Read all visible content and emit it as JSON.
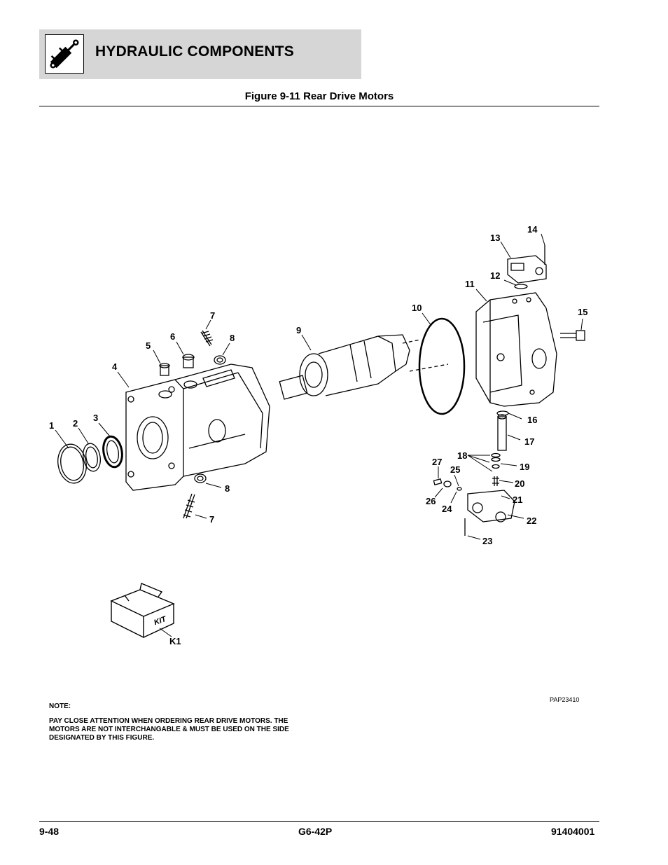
{
  "header": {
    "section_title": "HYDRAULIC COMPONENTS",
    "icon": "hydraulic-cylinder-icon"
  },
  "figure": {
    "title": "Figure 9-11 Rear Drive Motors",
    "code": "PAP23410"
  },
  "callouts": {
    "c1": "1",
    "c2": "2",
    "c3": "3",
    "c4": "4",
    "c5": "5",
    "c6": "6",
    "c7a": "7",
    "c7b": "7",
    "c8a": "8",
    "c8b": "8",
    "c9": "9",
    "c10": "10",
    "c11": "11",
    "c12": "12",
    "c13": "13",
    "c14": "14",
    "c15": "15",
    "c16": "16",
    "c17": "17",
    "c18": "18",
    "c19": "19",
    "c20": "20",
    "c21": "21",
    "c22": "22",
    "c23": "23",
    "c24": "24",
    "c25": "25",
    "c26": "26",
    "c27": "27",
    "k1": "K1"
  },
  "kit_label": "KIT",
  "note": {
    "heading": "NOTE:",
    "body": "PAY CLOSE ATTENTION WHEN ORDERING REAR DRIVE MOTORS. THE\nMOTORS ARE NOT INTERCHANGABLE & MUST BE USED ON THE SIDE\nDESIGNATED BY THIS FIGURE."
  },
  "footer": {
    "page": "9-48",
    "model": "G6-42P",
    "doc_number": "91404001"
  }
}
